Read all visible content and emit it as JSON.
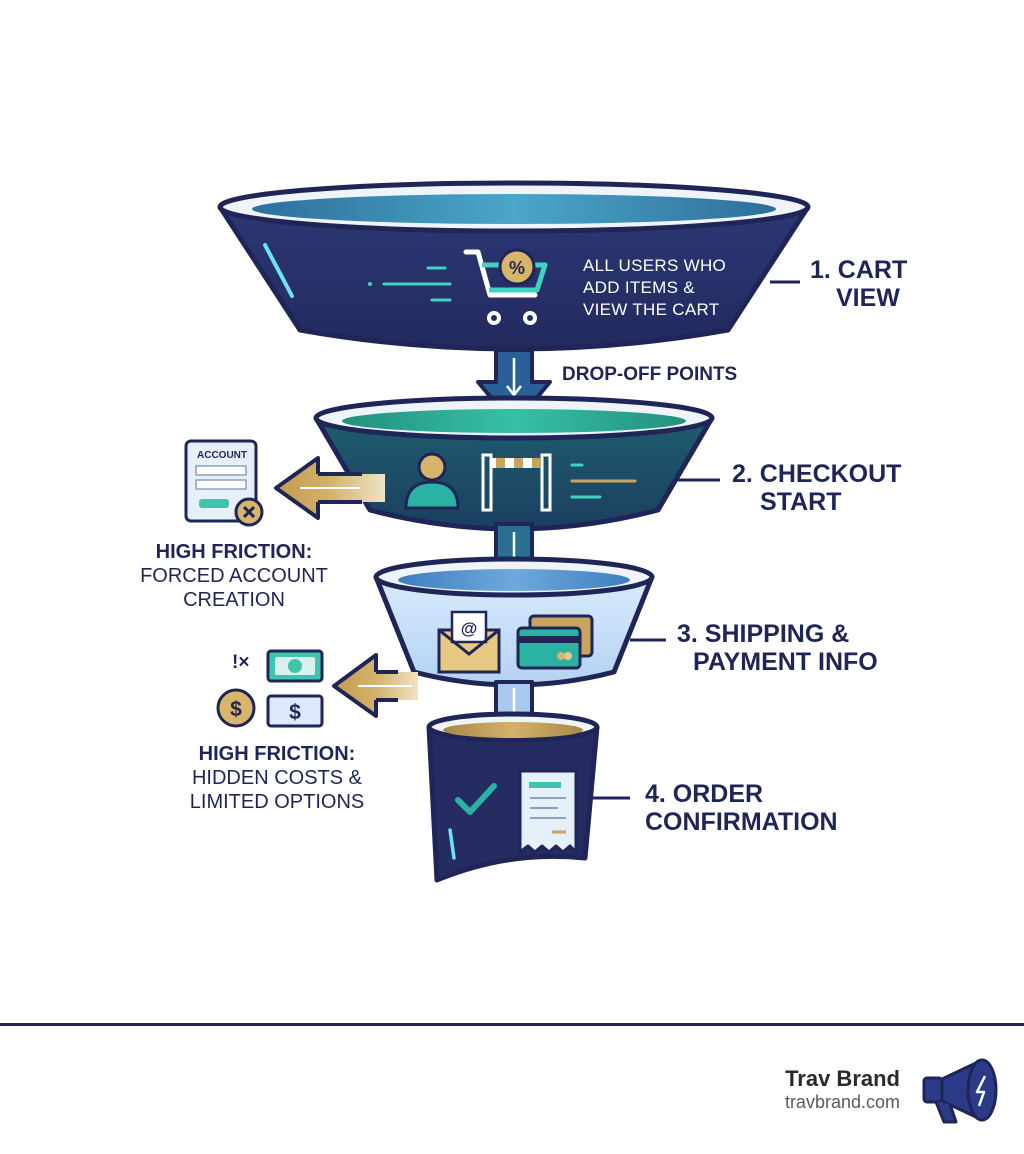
{
  "diagram": {
    "stages": [
      {
        "label_line1": "1. CART",
        "label_line2": "VIEW",
        "description": [
          "ALL USERS WHO",
          "ADD ITEMS &",
          "VIEW THE CART"
        ]
      },
      {
        "label_line1": "2. CHECKOUT",
        "label_line2": "START"
      },
      {
        "label_line1": "3. SHIPPING &",
        "label_line2": "PAYMENT INFO"
      },
      {
        "label_line1": "4. ORDER",
        "label_line2": "CONFIRMATION"
      }
    ],
    "drop_off_label": "DROP-OFF POINTS",
    "friction": [
      {
        "title": "HIGH FRICTION:",
        "line1": "FORCED ACCOUNT",
        "line2": "CREATION",
        "card_label": "ACCOUNT"
      },
      {
        "title": "HIGH FRICTION:",
        "line1": "HIDDEN COSTS &",
        "line2": "LIMITED OPTIONS",
        "note": "!×"
      }
    ],
    "icons": [
      "shopping-cart-icon",
      "percent-badge-icon",
      "user-icon",
      "barrier-gate-icon",
      "email-envelope-icon",
      "credit-card-icon",
      "checkmark-icon",
      "receipt-icon",
      "account-form-icon",
      "close-badge-icon",
      "money-bill-icon",
      "dollar-coin-icon",
      "megaphone-icon"
    ],
    "colors": {
      "navy": "#1f2557",
      "teal": "#2ab3a3",
      "gold": "#c9a45c",
      "light_blue": "#cfe4fa",
      "water": "#3d86b8"
    }
  },
  "footer": {
    "brand_name": "Trav Brand",
    "brand_url": "travbrand.com"
  }
}
